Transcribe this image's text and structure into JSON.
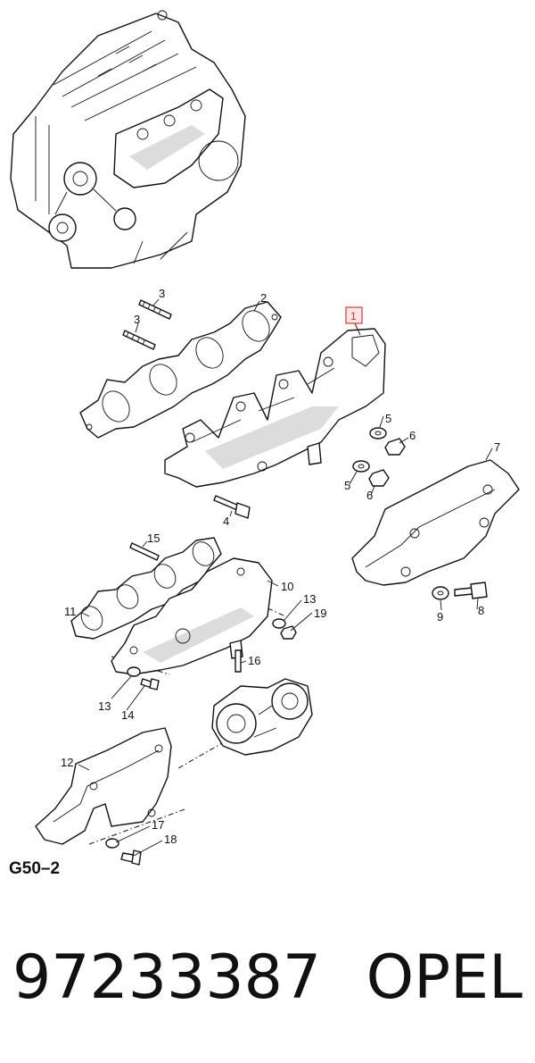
{
  "diagram": {
    "code": "G50–2",
    "highlighted_callout": "1",
    "callouts": [
      {
        "id": "2",
        "text": "2"
      },
      {
        "id": "3a",
        "text": "3"
      },
      {
        "id": "3b",
        "text": "3"
      },
      {
        "id": "4",
        "text": "4"
      },
      {
        "id": "5a",
        "text": "5"
      },
      {
        "id": "6a",
        "text": "6"
      },
      {
        "id": "5b",
        "text": "5"
      },
      {
        "id": "6b",
        "text": "6"
      },
      {
        "id": "7",
        "text": "7"
      },
      {
        "id": "8",
        "text": "8"
      },
      {
        "id": "9",
        "text": "9"
      },
      {
        "id": "10",
        "text": "10"
      },
      {
        "id": "11",
        "text": "11"
      },
      {
        "id": "12",
        "text": "12"
      },
      {
        "id": "13a",
        "text": "13"
      },
      {
        "id": "13b",
        "text": "13"
      },
      {
        "id": "14",
        "text": "14"
      },
      {
        "id": "15",
        "text": "15"
      },
      {
        "id": "16",
        "text": "16"
      },
      {
        "id": "17",
        "text": "17"
      },
      {
        "id": "18",
        "text": "18"
      },
      {
        "id": "19",
        "text": "19"
      }
    ]
  },
  "footer": {
    "part_number": "97233387",
    "brand": "OPEL"
  },
  "colors": {
    "highlight_border": "#d23a3a",
    "highlight_fill": "#fbe4e4",
    "line": "#111111"
  }
}
